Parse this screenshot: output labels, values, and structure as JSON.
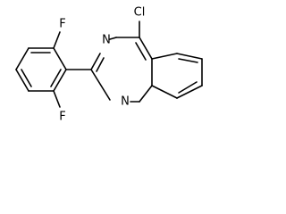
{
  "molecule": {
    "atoms": {
      "chlorine": "Cl",
      "nitrogen_top": "N",
      "nitrogen_bottom": "N",
      "fluorine_top": "F",
      "fluorine_bottom": "F"
    }
  }
}
